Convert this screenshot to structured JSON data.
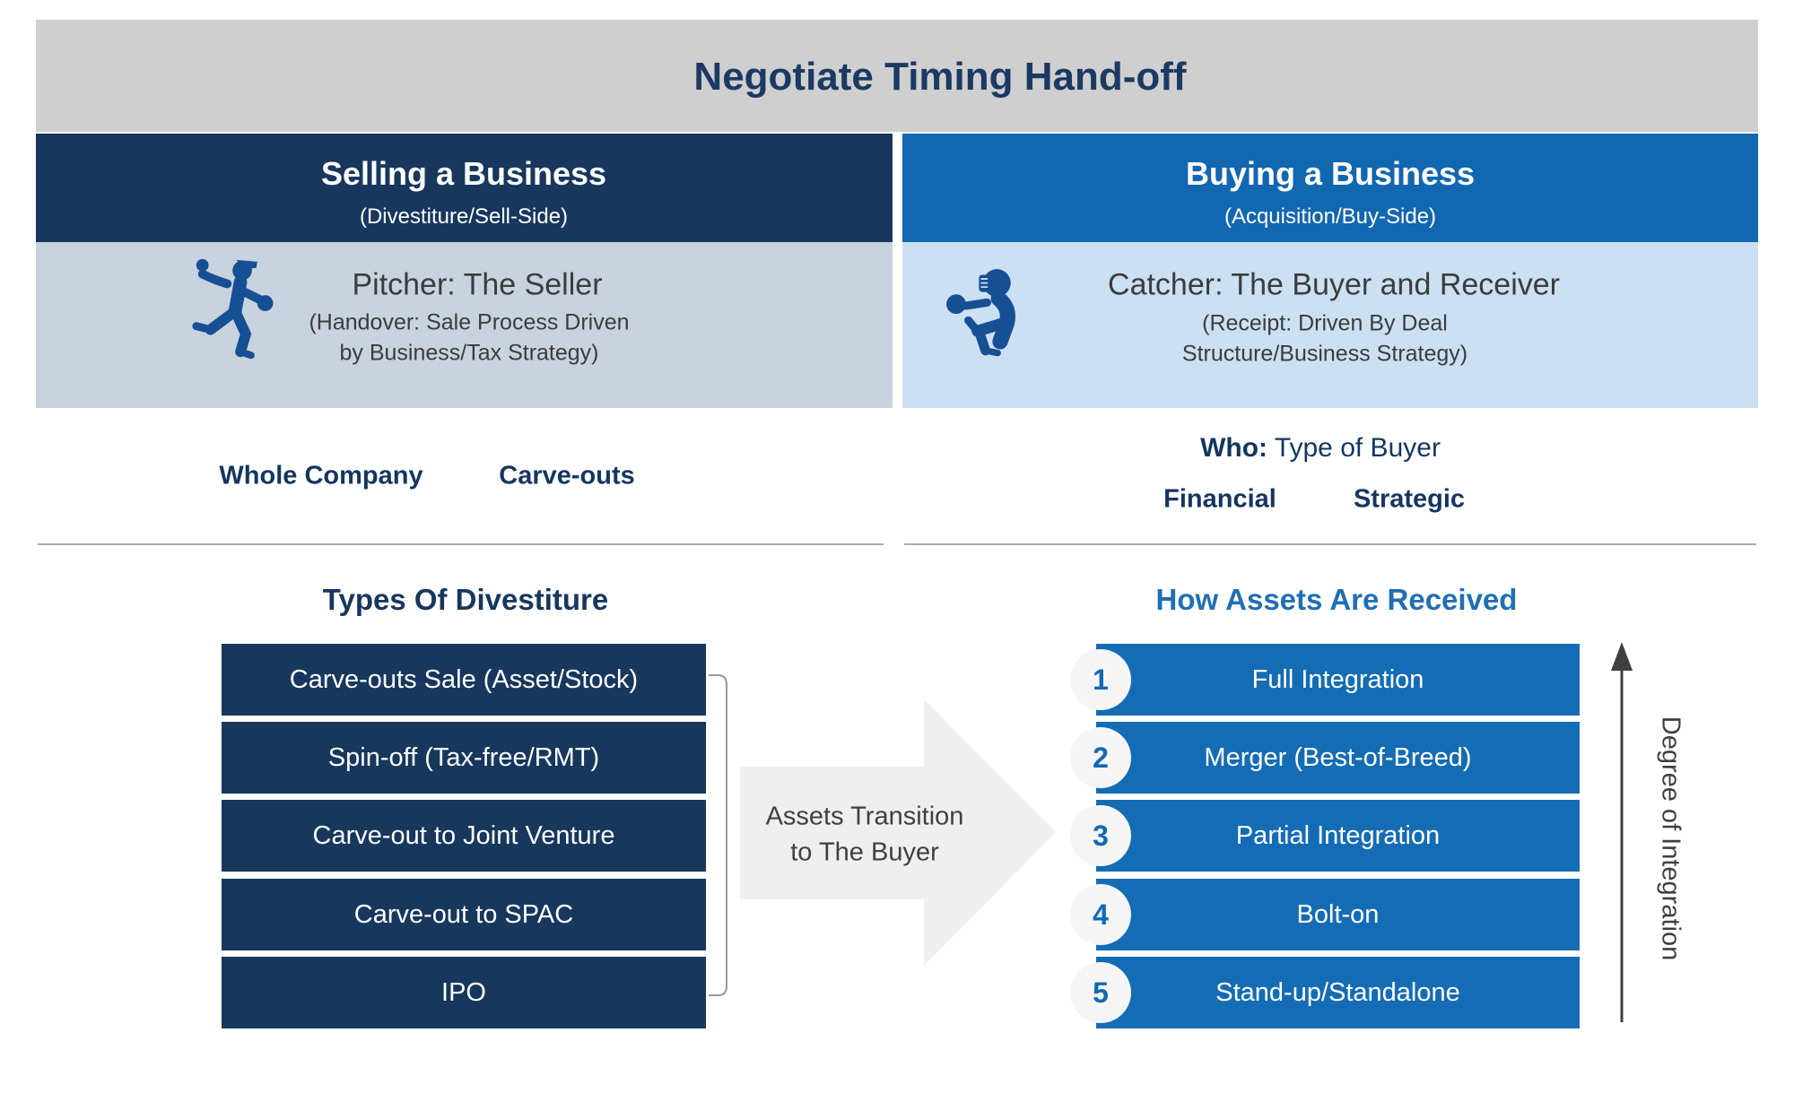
{
  "title": "Negotiate Timing Hand-off",
  "selling": {
    "title": "Selling a Business",
    "subtitle": "(Divestiture/Sell-Side)",
    "role_title": "Pitcher: The Seller",
    "role_sub1": "(Handover: Sale Process Driven",
    "role_sub2": "by Business/Tax Strategy)",
    "option1": "Whole Company",
    "option2": "Carve-outs"
  },
  "buying": {
    "title": "Buying a Business",
    "subtitle": "(Acquisition/Buy-Side)",
    "role_title": "Catcher: The Buyer and Receiver",
    "role_sub1": "(Receipt: Driven By Deal",
    "role_sub2": "Structure/Business Strategy)",
    "who_label": "Who:",
    "who_text": " Type of Buyer",
    "buyer1": "Financial",
    "buyer2": "Strategic"
  },
  "divestiture": {
    "heading": "Types Of Divestiture",
    "bars": [
      "Carve-outs Sale (Asset/Stock)",
      "Spin-off (Tax-free/RMT)",
      "Carve-out to Joint Venture",
      "Carve-out to SPAC",
      "IPO"
    ]
  },
  "transition": {
    "line1": "Assets Transition",
    "line2": "to The Buyer"
  },
  "received": {
    "heading": "How Assets Are Received",
    "items": [
      {
        "num": "1",
        "label": "Full Integration"
      },
      {
        "num": "2",
        "label": "Merger (Best-of-Breed)"
      },
      {
        "num": "3",
        "label": "Partial Integration"
      },
      {
        "num": "4",
        "label": "Bolt-on"
      },
      {
        "num": "5",
        "label": "Stand-up/Standalone"
      }
    ],
    "axis_label": "Degree of Integration"
  },
  "colors": {
    "banner_gray": "#CFCFCF",
    "title_navy": "#1B3A63",
    "navy": "#17375D",
    "header_blue": "#1267B1",
    "bar_blue": "#146CB5",
    "band_left": "#C8D3DF",
    "band_right": "#CBE0F2",
    "icon_blue": "#164F93",
    "text_gray": "#3C3C3C",
    "divider_gray": "#ABABAB",
    "arrow_fill": "#EFEFEF",
    "circle_fill": "#F5F5F5",
    "heading_blue": "#1F6FB4"
  }
}
